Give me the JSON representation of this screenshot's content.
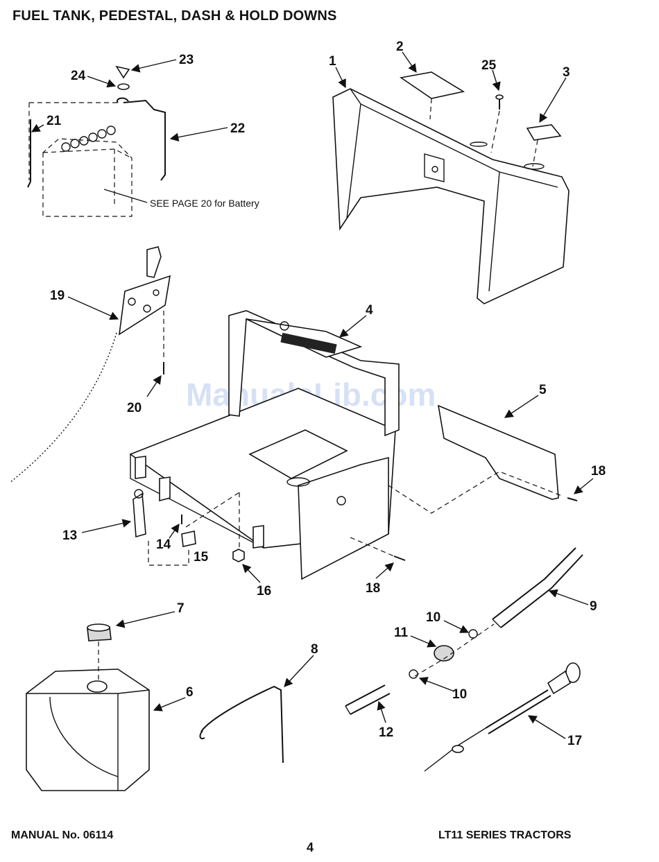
{
  "page": {
    "title": "FUEL TANK, PEDESTAL, DASH & HOLD DOWNS",
    "footer_left": "MANUAL No. 06114",
    "footer_right": "LT11 SERIES TRACTORS",
    "page_number": "4",
    "watermark": "ManualsLib.com"
  },
  "notes": {
    "battery": "SEE PAGE 20 for Battery"
  },
  "callouts": [
    {
      "id": "c1",
      "label": "1"
    },
    {
      "id": "c2",
      "label": "2"
    },
    {
      "id": "c3",
      "label": "3"
    },
    {
      "id": "c4",
      "label": "4"
    },
    {
      "id": "c5",
      "label": "5"
    },
    {
      "id": "c6",
      "label": "6"
    },
    {
      "id": "c7",
      "label": "7"
    },
    {
      "id": "c8",
      "label": "8"
    },
    {
      "id": "c9",
      "label": "9"
    },
    {
      "id": "c10a",
      "label": "10"
    },
    {
      "id": "c10b",
      "label": "10"
    },
    {
      "id": "c11",
      "label": "11"
    },
    {
      "id": "c12",
      "label": "12"
    },
    {
      "id": "c13",
      "label": "13"
    },
    {
      "id": "c14",
      "label": "14"
    },
    {
      "id": "c15",
      "label": "15"
    },
    {
      "id": "c16",
      "label": "16"
    },
    {
      "id": "c17",
      "label": "17"
    },
    {
      "id": "c18a",
      "label": "18"
    },
    {
      "id": "c18b",
      "label": "18"
    },
    {
      "id": "c19",
      "label": "19"
    },
    {
      "id": "c20",
      "label": "20"
    },
    {
      "id": "c21",
      "label": "21"
    },
    {
      "id": "c22",
      "label": "22"
    },
    {
      "id": "c23",
      "label": "23"
    },
    {
      "id": "c24",
      "label": "24"
    },
    {
      "id": "c25",
      "label": "25"
    }
  ]
}
